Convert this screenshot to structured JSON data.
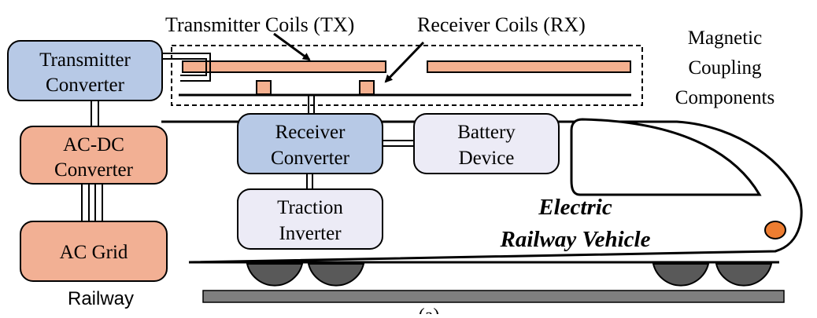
{
  "labels": {
    "transmitter_coils": "Transmitter Coils (TX)",
    "receiver_coils": "Receiver Coils (RX)",
    "magnetic_coupling": [
      "Magnetic",
      "Coupling",
      "Components"
    ],
    "vehicle": [
      "Electric",
      "Railway Vehicle"
    ],
    "railway": "Railway",
    "caption": "(a)"
  },
  "boxes": {
    "transmitter_converter": [
      "Transmitter",
      "Converter"
    ],
    "ac_dc_converter": [
      "AC-DC",
      "Converter"
    ],
    "ac_grid": [
      "AC Grid"
    ],
    "receiver_converter": [
      "Receiver",
      "Converter"
    ],
    "battery_device": [
      "Battery",
      "Device"
    ],
    "traction_inverter": [
      "Traction",
      "Inverter"
    ]
  },
  "colors": {
    "blue_box": "#b7c9e6",
    "orange_box": "#f2b094",
    "lavender_box": "#ecebf6",
    "coil": "#f4b08f",
    "wheel": "#595959",
    "rail": "#7f7f7f",
    "headlight": "#ed7d31"
  }
}
